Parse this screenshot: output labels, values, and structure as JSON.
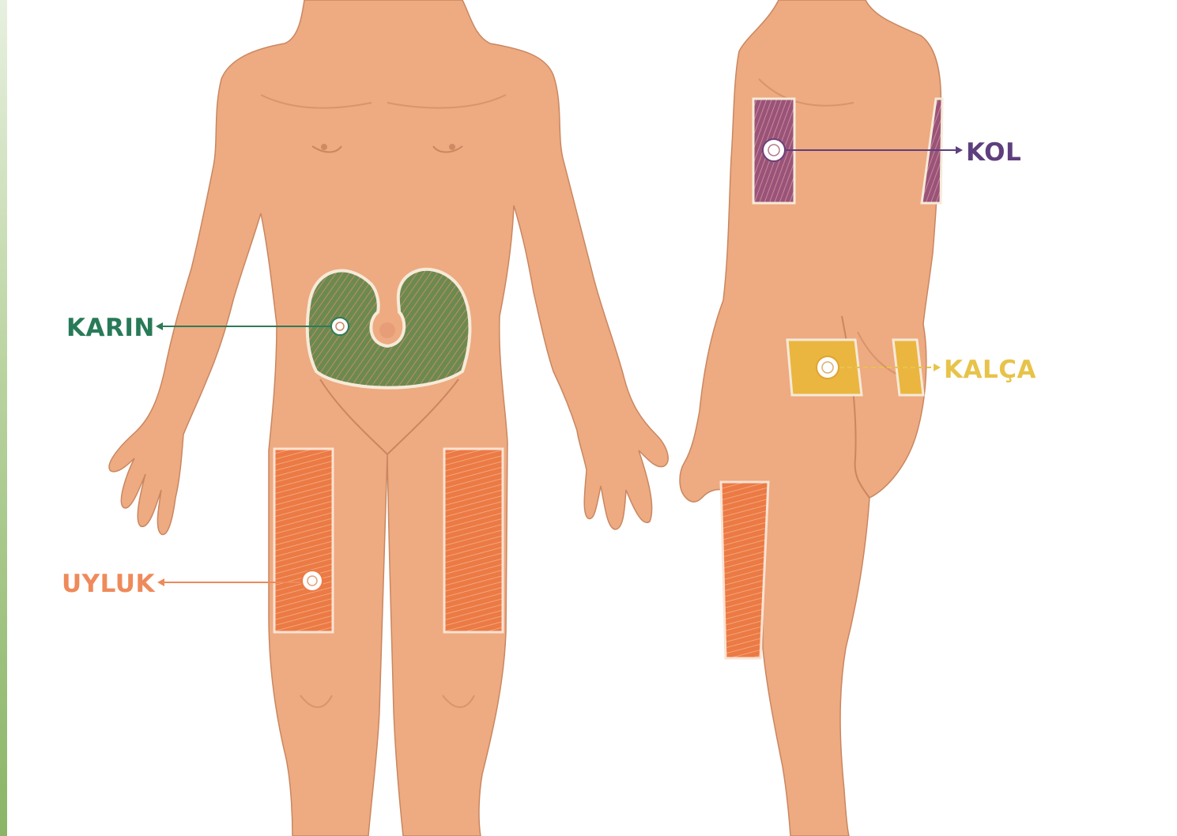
{
  "labels": {
    "karin": "KARIN",
    "uyluk": "UYLUK",
    "kol": "KOL",
    "kalca": "KALÇA"
  },
  "colors": {
    "skin": "#eeaa80",
    "skin_line": "#c98761",
    "karin": "#287a58",
    "karin_fill": "#6d8a52",
    "uyluk": "#ef8a5a",
    "uyluk_fill": "#ec7e48",
    "kol": "#5e3f7d",
    "kol_fill": "#9e5a7a",
    "kalca": "#e8c34a",
    "kalca_fill": "#eab640",
    "edge": "#9cc27a"
  },
  "icons": [
    "injection-site-marker-icon",
    "arrow-left-icon",
    "arrow-right-icon"
  ]
}
